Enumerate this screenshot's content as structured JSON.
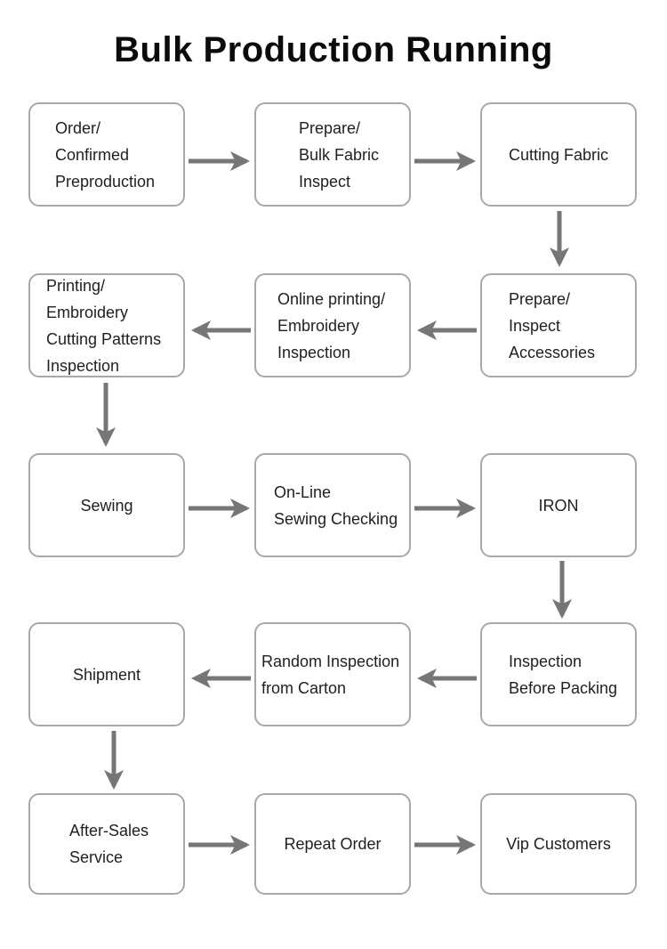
{
  "title": "Bulk Production Running",
  "colors": {
    "box_border": "#a8a8a8",
    "arrow": "#767676",
    "text": "#1f1f1f",
    "title": "#0b0b0b",
    "background": "#ffffff"
  },
  "flowchart": {
    "nodes": [
      {
        "id": "order-confirmed-preproduction",
        "label": "Order/\nConfirmed\nPreproduction"
      },
      {
        "id": "prepare-bulk-fabric-inspect",
        "label": "Prepare/\nBulk Fabric\nInspect"
      },
      {
        "id": "cutting-fabric",
        "label": "Cutting Fabric"
      },
      {
        "id": "printing-embroidery-cutting-patterns-inspection",
        "label": "Printing/\nEmbroidery\nCutting Patterns\nInspection"
      },
      {
        "id": "online-printing-embroidery-inspection",
        "label": "Online printing/\nEmbroidery\nInspection"
      },
      {
        "id": "prepare-inspect-accessories",
        "label": "Prepare/\nInspect\nAccessories"
      },
      {
        "id": "sewing",
        "label": "Sewing"
      },
      {
        "id": "on-line-sewing-checking",
        "label": "On-Line\nSewing Checking"
      },
      {
        "id": "iron",
        "label": "IRON"
      },
      {
        "id": "shipment",
        "label": "Shipment"
      },
      {
        "id": "random-inspection-from-carton",
        "label": "Random Inspection\nfrom Carton"
      },
      {
        "id": "inspection-before-packing",
        "label": "Inspection\nBefore Packing"
      },
      {
        "id": "after-sales-service",
        "label": "After-Sales\nService"
      },
      {
        "id": "repeat-order",
        "label": "Repeat Order"
      },
      {
        "id": "vip-customers",
        "label": "Vip Customers"
      }
    ],
    "connections": [
      {
        "from": "order-confirmed-preproduction",
        "to": "prepare-bulk-fabric-inspect",
        "direction": "right"
      },
      {
        "from": "prepare-bulk-fabric-inspect",
        "to": "cutting-fabric",
        "direction": "right"
      },
      {
        "from": "cutting-fabric",
        "to": "prepare-inspect-accessories",
        "direction": "down"
      },
      {
        "from": "prepare-inspect-accessories",
        "to": "online-printing-embroidery-inspection",
        "direction": "left"
      },
      {
        "from": "online-printing-embroidery-inspection",
        "to": "printing-embroidery-cutting-patterns-inspection",
        "direction": "left"
      },
      {
        "from": "printing-embroidery-cutting-patterns-inspection",
        "to": "sewing",
        "direction": "down"
      },
      {
        "from": "sewing",
        "to": "on-line-sewing-checking",
        "direction": "right"
      },
      {
        "from": "on-line-sewing-checking",
        "to": "iron",
        "direction": "right"
      },
      {
        "from": "iron",
        "to": "inspection-before-packing",
        "direction": "down"
      },
      {
        "from": "inspection-before-packing",
        "to": "random-inspection-from-carton",
        "direction": "left"
      },
      {
        "from": "random-inspection-from-carton",
        "to": "shipment",
        "direction": "left"
      },
      {
        "from": "shipment",
        "to": "after-sales-service",
        "direction": "down"
      },
      {
        "from": "after-sales-service",
        "to": "repeat-order",
        "direction": "right"
      },
      {
        "from": "repeat-order",
        "to": "vip-customers",
        "direction": "right"
      }
    ]
  }
}
